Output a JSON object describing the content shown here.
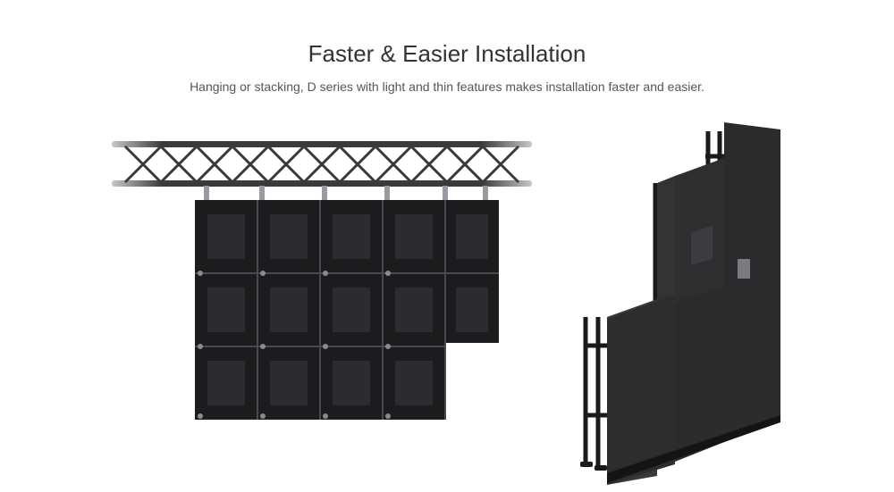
{
  "section": {
    "title": "Faster & Easier Installation",
    "description": "Hanging or stacking, D series with light and thin features makes installation faster and easier."
  },
  "illustrations": {
    "left": {
      "icon": "hanging-led-wall-on-truss",
      "panel_color": "#1c1c1e",
      "truss_color": "#3a3a3c"
    },
    "right": {
      "icon": "stacked-led-wall-with-ground-support",
      "panel_color": "#2b2b2d",
      "frame_color": "#1a1a1a"
    }
  }
}
